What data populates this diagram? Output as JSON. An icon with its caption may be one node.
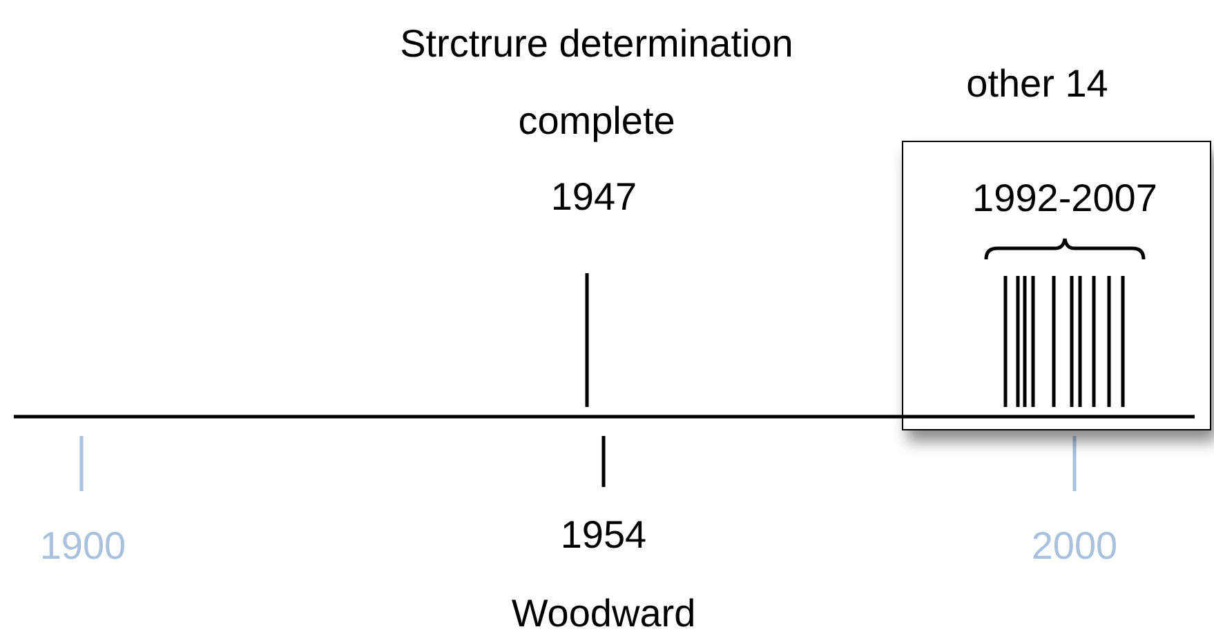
{
  "diagram": {
    "nodes": [
      {
        "text": [
          "other 14",
          "1992-2007"
        ]
      }
    ],
    "labels": [
      "Strctrure determination complete",
      "1947",
      "1900",
      "1954",
      "2000",
      "Woodward"
    ]
  }
}
